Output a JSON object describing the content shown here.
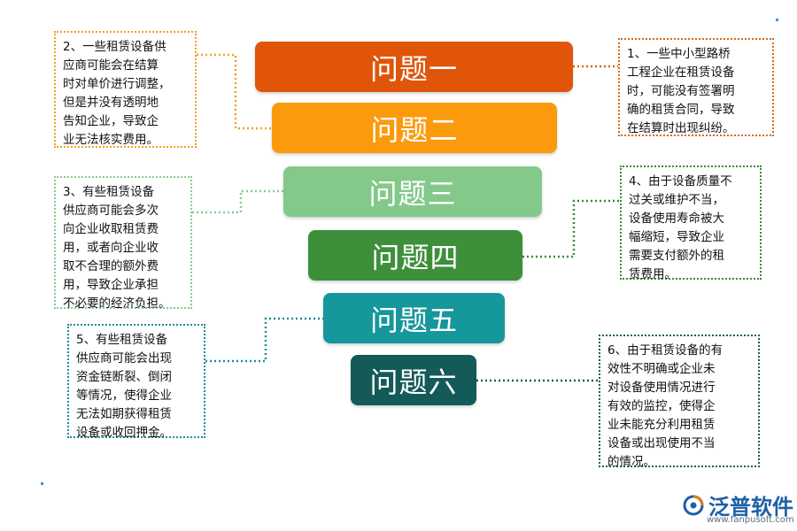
{
  "bars": [
    {
      "label": "问题一",
      "color": "#e0550a"
    },
    {
      "label": "问题二",
      "color": "#fb9a0c"
    },
    {
      "label": "问题三",
      "color": "#84c98a"
    },
    {
      "label": "问题四",
      "color": "#3e8f3a"
    },
    {
      "label": "问题五",
      "color": "#16979b"
    },
    {
      "label": "问题六",
      "color": "#135a58"
    }
  ],
  "notes": [
    {
      "text": "1、一些中小型路桥\n工程企业在租赁设备\n时，可能没有签署明\n确的租赁合同，导致\n在结算时出现纠纷。",
      "color": "#d56a12"
    },
    {
      "text": "2、一些租赁设备供\n应商可能会在结算\n时对单价进行调整，\n但是并没有透明地\n告知企业，导致企\n业无法核实费用。",
      "color": "#f3a01d"
    },
    {
      "text": "3、有些租赁设备\n供应商可能会多次\n向企业收取租赁费\n用，或者向企业收\n取不合理的额外费\n用，导致企业承担\n不必要的经济负担。",
      "color": "#8dc891"
    },
    {
      "text": "4、由于设备质量不\n过关或维护不当，\n设备使用寿命被大\n幅缩短，导致企业\n需要支付额外的租\n赁费用。",
      "color": "#3b8a3b"
    },
    {
      "text": "5、有些租赁设备\n供应商可能会出现\n资金链断裂、倒闭\n等情况，使得企业\n无法如期获得租赁\n设备或收回押金。",
      "color": "#1d8e94"
    },
    {
      "text": "6、由于租赁设备的有\n效性不明确或企业未\n对设备使用情况进行\n有效的监控，使得企\n业未能充分利用租赁\n设备或出现使用不当\n的情况。",
      "color": "#1c5e60"
    }
  ],
  "logo": {
    "name": "泛普软件",
    "url": "www.fanpusoft.com",
    "icon": "fanpu-logo-icon"
  }
}
